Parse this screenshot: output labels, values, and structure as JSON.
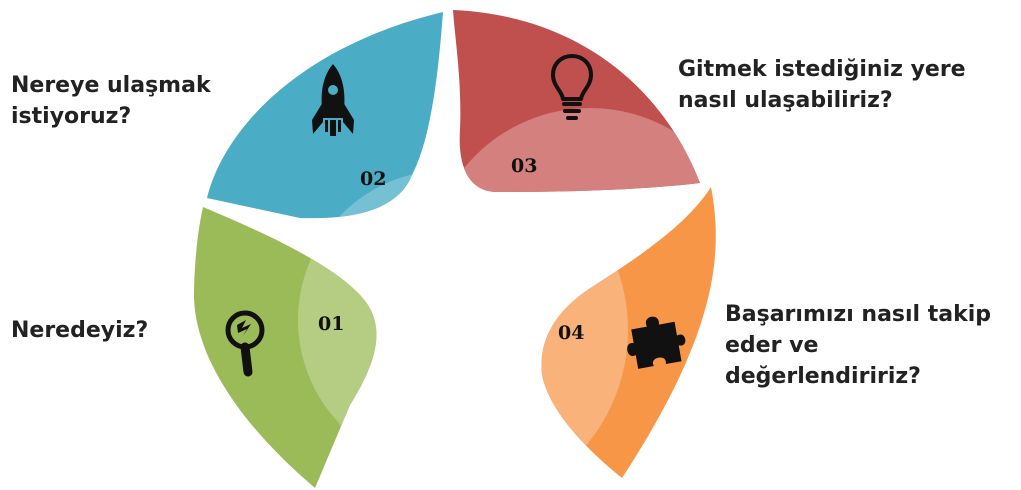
{
  "segments": [
    {
      "number": "01",
      "question": "Neredeyiz?",
      "icon": "magnifier-icon",
      "color": "#9BBB59",
      "inner_color": "#B5CD83"
    },
    {
      "number": "02",
      "question_lines": [
        "Nereye ulaşmak",
        "istiyoruz?"
      ],
      "icon": "rocket-icon",
      "color": "#4BACC6",
      "inner_color": "#76C0D4"
    },
    {
      "number": "03",
      "question_lines": [
        "Gitmek istediğiniz yere",
        "nasıl ulaşabiliriz?"
      ],
      "icon": "lightbulb-icon",
      "color": "#C0504D",
      "inner_color": "#D3807E"
    },
    {
      "number": "04",
      "question_lines": [
        "Başarımızı nasıl takip",
        "eder ve değerlendiririz?"
      ],
      "icon": "puzzle-icon",
      "color": "#F79646",
      "inner_color": "#F8B27A"
    }
  ]
}
